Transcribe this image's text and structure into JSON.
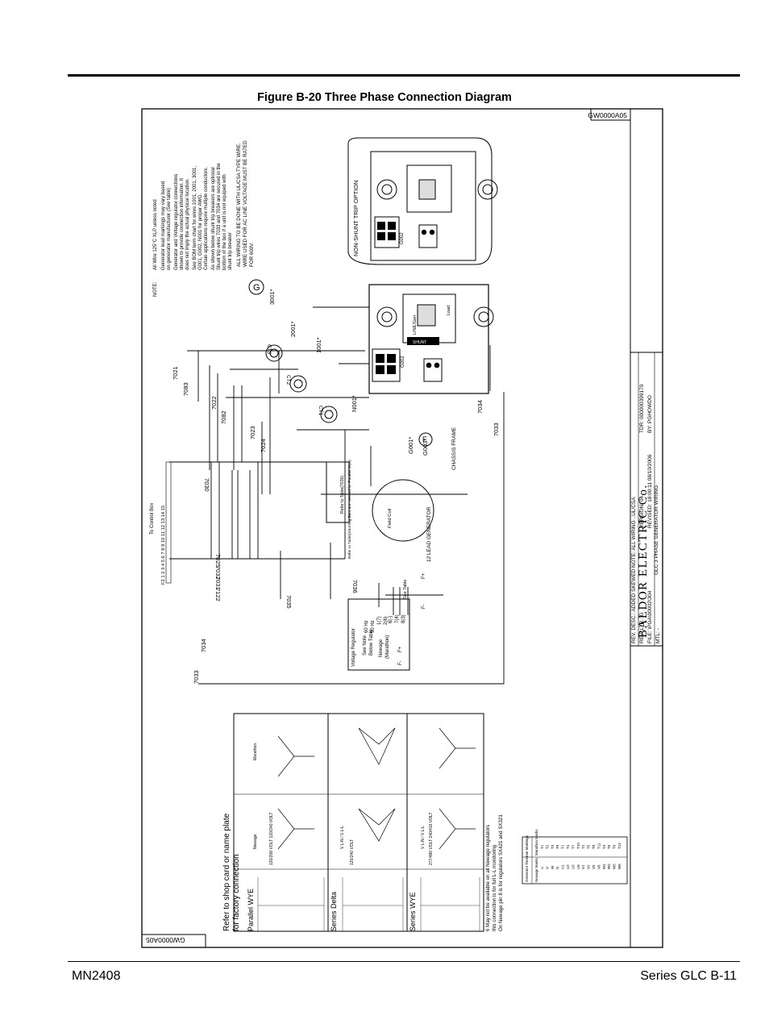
{
  "page": {
    "figure_title": "Figure B-20 Three Phase  Connection Diagram",
    "footer_left": "MN2408",
    "footer_right": "Series GLC B-11"
  },
  "drawing": {
    "drawing_number": "GW0000A05",
    "company": "BALDOR  ELECTRIC  Co.",
    "drawing_title": "GLC 3 PHASE GENERATOR WIRING",
    "title_block": {
      "rev_desc": "REV. DESC.: ADDED SKEWED NOTE: ALL WIRING  ..UL/CSA",
      "rev_ltr": "REV. LTR.: G",
      "version": "VERSION: 04",
      "file": "FILE: \\PGA\\00002\\304",
      "revised": "REVISED: 18:00:11  08/10/2006",
      "mtl": "MTL: -",
      "tdr": "TDR: 000000399170",
      "by": "BY: PGHOWDO"
    },
    "notes": {
      "heading": "NOTE:",
      "lines": [
        "All Wire 125°C XLP unless noted",
        "Generator lead markings may vary based",
        "on generator manufacturer (See table)",
        "Generator and Voltage regulator connections",
        "shown to provide connection information. It",
        "does not imply the actual physical location.",
        "See BOM term chart for wires 1001, 2001, 3001,",
        "G001, G002, N001 for proper AWG.",
        "Certain applications require multiple conductors.",
        "As shown below shunt trip breakers are optional",
        "Shunt trip wires 7033 and 7034 are secured in the",
        "bottom of the box if a unit is not equiped with",
        "shunt trip breaker"
      ],
      "ul_note": [
        "ALL WIRING TO BE DONE WITH UL/CSA TYPE WIRE.",
        "WIRE USED FOR AC LINE VOLTAGE MUST BE RATED",
        "FOR 600V."
      ],
      "ground_symbol": "G"
    },
    "non_shunt_label": "NON-SHUNT TRIP OPTION",
    "breaker": {
      "label_lg": "LG",
      "label_gen": "LINE/Gen",
      "label_load": "Load",
      "label_shunt": "SHUNT",
      "label_g002": "G002",
      "label_n": "N",
      "label_g": "G"
    },
    "wires": {
      "w3001": "3001*",
      "w2001": "2001*",
      "w1001": "1001*",
      "wn001": "N001*",
      "wg001": "G001*",
      "wg003": "G003*",
      "w7021": "7021",
      "w7083": "7083",
      "w7022": "7022",
      "w7082": "7082",
      "w7023": "7023",
      "w7024": "7024",
      "w7030": "7030",
      "w7025": "7025",
      "w7032": "7032",
      "w7031": "7031",
      "w7122": "7122",
      "w7036": "7036",
      "w7035": "7035",
      "w7034a": "7034",
      "w7033a": "7033",
      "w7034b": "7034",
      "w7033b": "7033",
      "ct1": "CT1",
      "ct2": "CT2",
      "ct3": "CT3",
      "x1": "X1"
    },
    "chassis_frame": "CHASSIS FRAME",
    "f_symbol": "F",
    "control_box_label": "To Control Box",
    "terminal_numbers": "F2  1  2  3  4  5  6  7  8  9  10 11  12 13 14 15",
    "generator": {
      "label": "12 LEAD GENERATOR",
      "field_coil": "Field Coil",
      "refer": "Refer to Table(Shorting Bars are needed for Parallel Wye)",
      "refer2": "Refer to Table(7030)"
    },
    "regulator": {
      "title": "Voltage Regulator",
      "see_note": "See Note",
      "below_table": "Below Table",
      "newage": "Newage",
      "marathon": "(Marathon)",
      "f_minus": "F-",
      "f_plus": "F+",
      "t60": "60 Hz",
      "t50": "50 Hz",
      "t1": "1(7)",
      "t2": "2(6)",
      "t3": "6(-)",
      "t4": "7(4)",
      "t5": "8(3)",
      "see_table": "See Table",
      "fplus_wire": "F+",
      "fminus_wire": "F-"
    },
    "connection_table": {
      "refer_header": "Refer to shop card or name plate",
      "factory": "for factory connection",
      "sections": [
        {
          "name": "Parallel   WYE",
          "voltages": "120/208 VOLT  120/240 VOLT"
        },
        {
          "name": "Series  Delta",
          "voltages": "120/240 VOLT"
        },
        {
          "name": "Series   WYE",
          "voltages": "277/480 VOLT  240/416 VOLT"
        }
      ],
      "col_newage": "Newage",
      "col_marathon": "Marathon",
      "vline": "V L-N / V L-L",
      "footnote": [
        "6 May not be avaliable on all Newage regulators",
        "this connection is for full L-L monitoring",
        "On Newage pin 8 is for regulators SX421 and SX321"
      ]
    },
    "gen_terminal_table": {
      "title": "Generator Terminal Markings",
      "col1": "Newage Marks",
      "col2": "Marathon Marks",
      "rows": [
        [
          "U",
          "T1"
        ],
        [
          "V",
          "T2"
        ],
        [
          "W",
          "T3"
        ],
        [
          "N",
          "T0"
        ],
        [
          "U1",
          "T1"
        ],
        [
          "U2",
          "T4"
        ],
        [
          "U5",
          "T7"
        ],
        [
          "U6",
          "T10"
        ],
        [
          "V1",
          "T2"
        ],
        [
          "V2",
          "T5"
        ],
        [
          "V5",
          "T8"
        ],
        [
          "V6",
          "T11"
        ],
        [
          "W1",
          "T3"
        ],
        [
          "W2",
          "T6"
        ],
        [
          "W5",
          "T9"
        ],
        [
          "W6",
          "T12"
        ]
      ]
    }
  }
}
